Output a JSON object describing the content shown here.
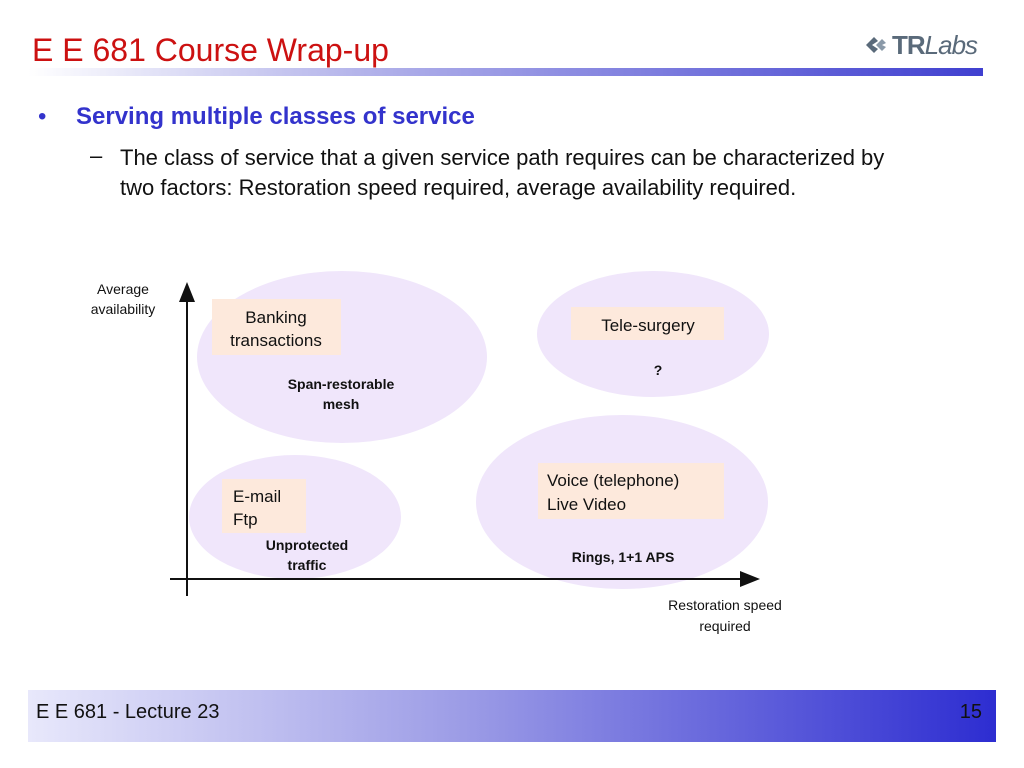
{
  "slide": {
    "title": "E E 681 Course Wrap-up",
    "logo": {
      "bold": "TR",
      "italic": "Labs"
    },
    "bullet_marker": "•",
    "bullet": "Serving multiple classes of service",
    "dash": "–",
    "sub_bullet": "The class of service that a given service path requires can be characterized by two factors: Restoration speed required, average availability required."
  },
  "diagram": {
    "y_axis_label": [
      "Average",
      "availability"
    ],
    "x_axis_label": [
      "Restoration speed",
      "required"
    ],
    "regions": [
      {
        "id": "span",
        "box": [
          "Banking",
          "transactions"
        ],
        "caption": [
          "Span-restorable",
          "mesh"
        ]
      },
      {
        "id": "tele",
        "box": [
          "Tele-surgery"
        ],
        "caption": [
          "?"
        ]
      },
      {
        "id": "email",
        "box": [
          "E-mail",
          "Ftp"
        ],
        "caption": [
          "Unprotected",
          "traffic"
        ]
      },
      {
        "id": "voice",
        "box": [
          "Voice (telephone)",
          "Live Video"
        ],
        "caption": [
          "Rings, 1+1 APS"
        ]
      }
    ],
    "colors": {
      "ellipse": "#f0e6fb",
      "box": "#fde9dc"
    }
  },
  "footer": {
    "left": "E E 681 - Lecture 23",
    "right": "15"
  }
}
